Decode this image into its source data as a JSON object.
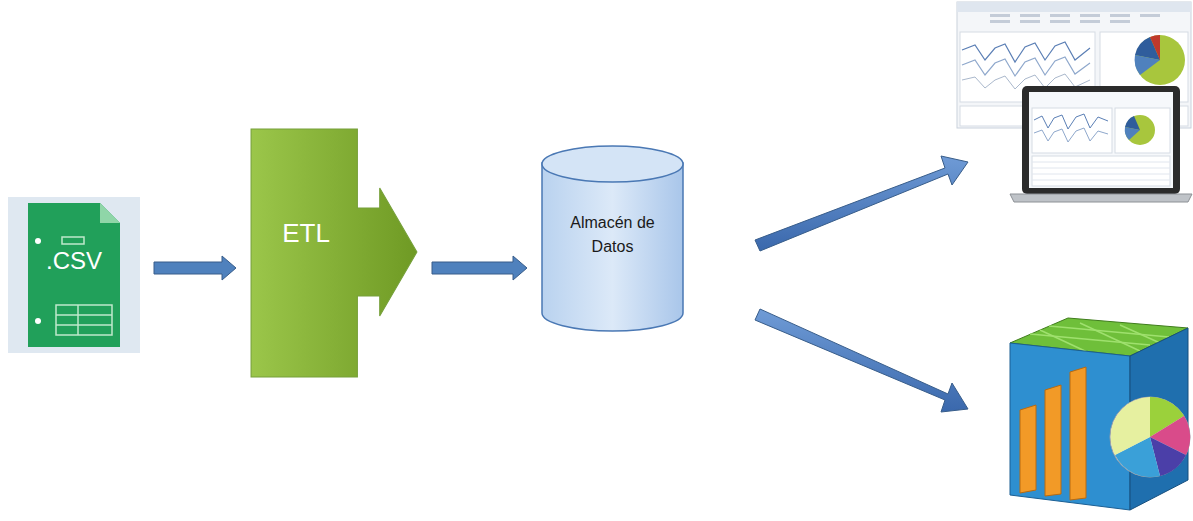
{
  "diagram": {
    "nodes": [
      {
        "text": [
          ".CSV"
        ]
      },
      {
        "text": [
          "ETL"
        ]
      },
      {
        "text": [
          "Almacén de Datos"
        ]
      }
    ],
    "edges": [
      {
        "from": 0,
        "to": 1,
        "arrow": "to"
      },
      {
        "from": 1,
        "to": 2,
        "arrow": "to"
      }
    ]
  }
}
